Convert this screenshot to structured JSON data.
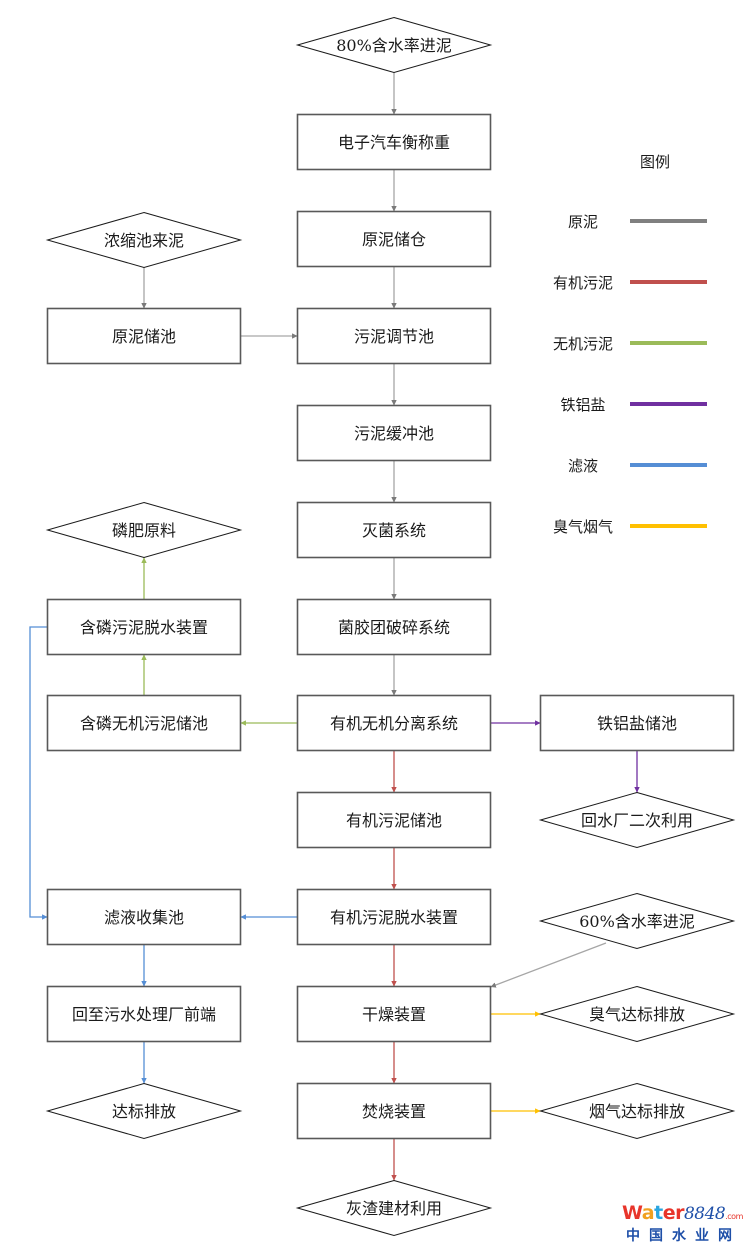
{
  "colors": {
    "raw": "#808080",
    "organic": "#c0504d",
    "inorganic": "#9bbb59",
    "ironAl": "#7030a0",
    "filtrate": "#558ed5",
    "odor": "#ffc000",
    "border": "#595959",
    "diamondBorder": "#1a1a1a"
  },
  "nodes": {
    "in80": {
      "label": "80%含水率进泥",
      "shape": "diamond"
    },
    "weigh": {
      "label": "电子汽车衡称重",
      "shape": "box"
    },
    "rawBin": {
      "label": "原泥储仓",
      "shape": "box"
    },
    "thickIn": {
      "label": "浓缩池来泥",
      "shape": "diamond"
    },
    "rawTank": {
      "label": "原泥储池",
      "shape": "box"
    },
    "regTank": {
      "label": "污泥调节池",
      "shape": "box"
    },
    "bufTank": {
      "label": "污泥缓冲池",
      "shape": "box"
    },
    "steril": {
      "label": "灭菌系统",
      "shape": "box"
    },
    "crush": {
      "label": "菌胶团破碎系统",
      "shape": "box"
    },
    "sep": {
      "label": "有机无机分离系统",
      "shape": "box"
    },
    "pFert": {
      "label": "磷肥原料",
      "shape": "diamond"
    },
    "pDewater": {
      "label": "含磷污泥脱水装置",
      "shape": "box"
    },
    "pTank": {
      "label": "含磷无机污泥储池",
      "shape": "box"
    },
    "feTank": {
      "label": "铁铝盐储池",
      "shape": "box"
    },
    "feReuse": {
      "label": "回水厂二次利用",
      "shape": "diamond"
    },
    "orgTank": {
      "label": "有机污泥储池",
      "shape": "box"
    },
    "orgDewater": {
      "label": "有机污泥脱水装置",
      "shape": "box"
    },
    "filtTank": {
      "label": "滤液收集池",
      "shape": "box"
    },
    "in60": {
      "label": "60%含水率进泥",
      "shape": "diamond"
    },
    "dryer": {
      "label": "干燥装置",
      "shape": "box"
    },
    "odorOut": {
      "label": "臭气达标排放",
      "shape": "diamond"
    },
    "returnWwtp": {
      "label": "回至污水处理厂前端",
      "shape": "box"
    },
    "incin": {
      "label": "焚烧装置",
      "shape": "box"
    },
    "smokeOut": {
      "label": "烟气达标排放",
      "shape": "diamond"
    },
    "discharge": {
      "label": "达标排放",
      "shape": "diamond"
    },
    "ash": {
      "label": "灰渣建材利用",
      "shape": "diamond"
    }
  },
  "edges": [
    {
      "from": "in80",
      "to": "weigh",
      "type": "raw"
    },
    {
      "from": "weigh",
      "to": "rawBin",
      "type": "raw"
    },
    {
      "from": "rawBin",
      "to": "regTank",
      "type": "raw"
    },
    {
      "from": "thickIn",
      "to": "rawTank",
      "type": "raw"
    },
    {
      "from": "rawTank",
      "to": "regTank",
      "type": "raw"
    },
    {
      "from": "regTank",
      "to": "bufTank",
      "type": "raw"
    },
    {
      "from": "bufTank",
      "to": "steril",
      "type": "raw"
    },
    {
      "from": "steril",
      "to": "crush",
      "type": "raw"
    },
    {
      "from": "crush",
      "to": "sep",
      "type": "raw"
    },
    {
      "from": "sep",
      "to": "pTank",
      "type": "inorganic"
    },
    {
      "from": "pTank",
      "to": "pDewater",
      "type": "inorganic"
    },
    {
      "from": "pDewater",
      "to": "pFert",
      "type": "inorganic"
    },
    {
      "from": "sep",
      "to": "feTank",
      "type": "ironAl"
    },
    {
      "from": "feTank",
      "to": "feReuse",
      "type": "ironAl"
    },
    {
      "from": "sep",
      "to": "orgTank",
      "type": "organic"
    },
    {
      "from": "orgTank",
      "to": "orgDewater",
      "type": "organic"
    },
    {
      "from": "orgDewater",
      "to": "dryer",
      "type": "organic"
    },
    {
      "from": "dryer",
      "to": "incin",
      "type": "organic"
    },
    {
      "from": "incin",
      "to": "ash",
      "type": "organic"
    },
    {
      "from": "in60",
      "to": "dryer",
      "type": "raw"
    },
    {
      "from": "dryer",
      "to": "odorOut",
      "type": "odor"
    },
    {
      "from": "incin",
      "to": "smokeOut",
      "type": "odor"
    },
    {
      "from": "orgDewater",
      "to": "filtTank",
      "type": "filtrate"
    },
    {
      "from": "pDewater",
      "to": "filtTank",
      "type": "filtrate"
    },
    {
      "from": "filtTank",
      "to": "returnWwtp",
      "type": "filtrate"
    },
    {
      "from": "returnWwtp",
      "to": "discharge",
      "type": "filtrate"
    }
  ],
  "legend": {
    "title": "图例",
    "items": [
      {
        "label": "原泥",
        "type": "raw"
      },
      {
        "label": "有机污泥",
        "type": "organic"
      },
      {
        "label": "无机污泥",
        "type": "inorganic"
      },
      {
        "label": "铁铝盐",
        "type": "ironAl"
      },
      {
        "label": "滤液",
        "type": "filtrate"
      },
      {
        "label": "臭气烟气",
        "type": "odor"
      }
    ]
  },
  "watermark": {
    "brand_parts": [
      "W",
      "a",
      "t",
      "er"
    ],
    "brand_number": "8848",
    "brand_domain": ".com",
    "subtitle": "中国水业网"
  }
}
